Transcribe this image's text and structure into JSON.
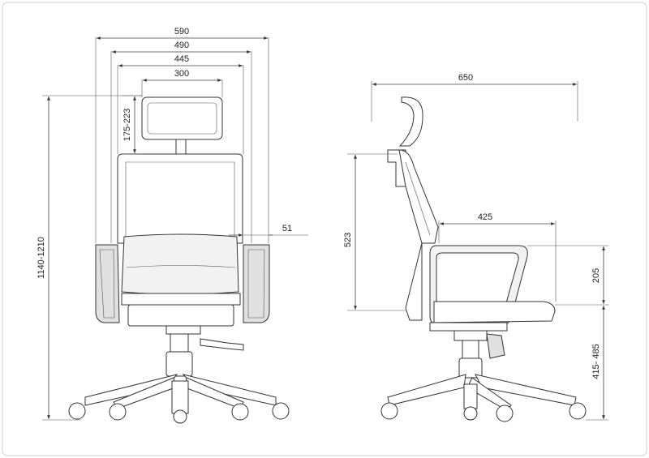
{
  "front_view": {
    "width_overall": "590",
    "width_arms": "490",
    "width_seat": "445",
    "width_headrest": "300",
    "headrest_adjust": "175-223",
    "height_total": "1140-1210",
    "arm_width": "51"
  },
  "side_view": {
    "depth_overall": "650",
    "back_height": "523",
    "seat_depth": "425",
    "arm_height": "205",
    "seat_height": "415- 485"
  }
}
